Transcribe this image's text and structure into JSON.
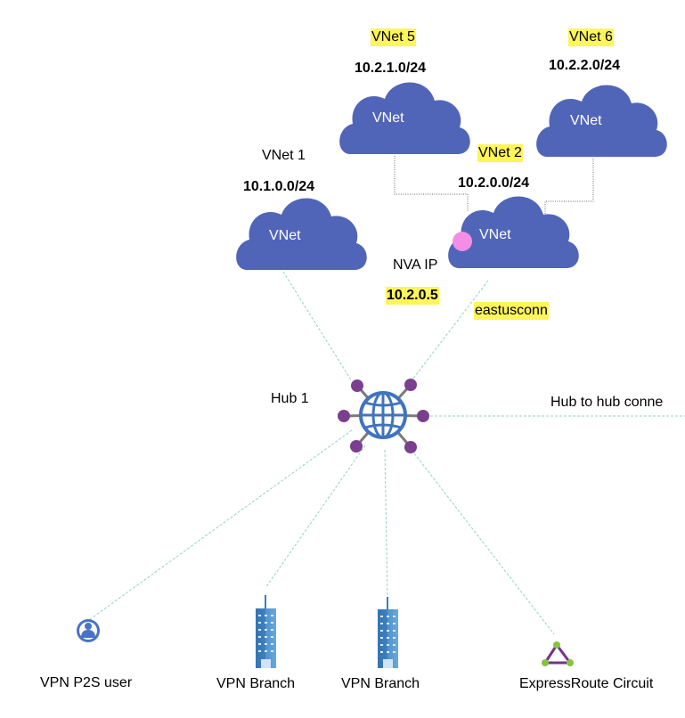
{
  "colors": {
    "cloud": "#5165b8",
    "hub_globe": "#3f74bf",
    "hub_nodes": "#7b3f8f",
    "connector": "#8fd3c7",
    "highlight": "#fdf55a",
    "nva_dot": "#f28ee6",
    "building": "#4f8fc9",
    "expressroute_line": "#7a2f88",
    "expressroute_nodes": "#84c440",
    "user_icon": "#4a72c4"
  },
  "vnet5": {
    "name": "VNet 5",
    "cidr": "10.2.1.0/24",
    "cloud_label": "VNet"
  },
  "vnet6": {
    "name": "VNet 6",
    "cidr": "10.2.2.0/24",
    "cloud_label": "VNet"
  },
  "vnet1": {
    "name": "VNet 1",
    "cidr": "10.1.0.0/24",
    "cloud_label": "VNet"
  },
  "vnet2": {
    "name": "VNet 2",
    "cidr": "10.2.0.0/24",
    "cloud_label": "VNet",
    "connection": "eastusconn"
  },
  "nva": {
    "label": "NVA IP",
    "ip": "10.2.0.5"
  },
  "hub": {
    "label": "Hub 1",
    "icon": "globe-hub-icon",
    "hub_to_hub": "Hub to hub conne"
  },
  "bottom": {
    "p2s": {
      "label": "VPN P2S user",
      "icon": "user-icon"
    },
    "branch1": {
      "label": "VPN Branch",
      "icon": "building-icon"
    },
    "branch2": {
      "label": "VPN Branch",
      "icon": "building-icon"
    },
    "expressroute": {
      "label": "ExpressRoute Circuit",
      "icon": "expressroute-icon"
    }
  }
}
